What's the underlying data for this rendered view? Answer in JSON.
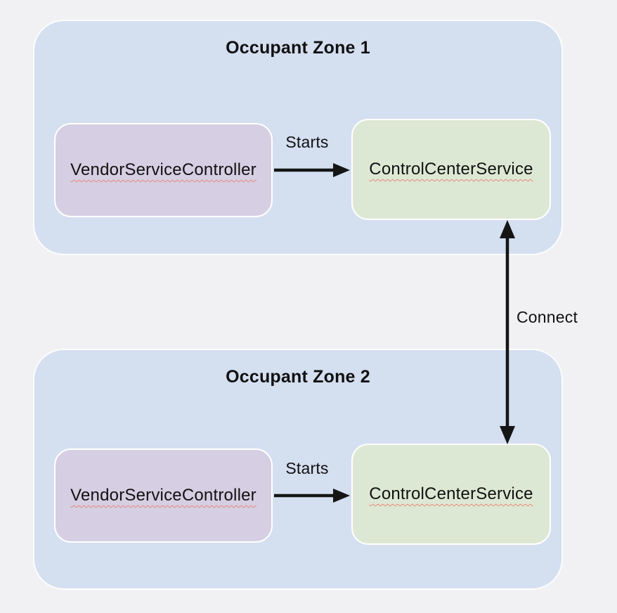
{
  "colors": {
    "background": "#f1f1f3",
    "zone_fill": "#d4dff0",
    "zone_border": "#fcfdfe",
    "vendor_fill": "#d6cee2",
    "service_fill": "#dde8d4",
    "node_border": "#ffffff",
    "arrow": "#151515",
    "text": "#111111",
    "squiggle": "#e8857b"
  },
  "zones": [
    {
      "title": "Occupant Zone 1",
      "nodes": {
        "vendor": "VendorServiceController",
        "service": "ControlCenterService"
      },
      "edge_label": "Starts"
    },
    {
      "title": "Occupant Zone 2",
      "nodes": {
        "vendor": "VendorServiceController",
        "service": "ControlCenterService"
      },
      "edge_label": "Starts"
    }
  ],
  "connect_edge": {
    "label": "Connect"
  }
}
